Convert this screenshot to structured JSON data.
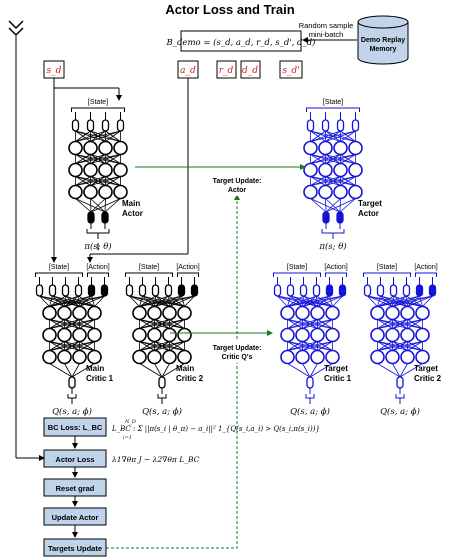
{
  "title": "Actor Loss and Train",
  "batch": {
    "formula": "B_demo = (s_d, a_d, r_d, s_d', d_d)",
    "sample_note_line1": "Random sample",
    "sample_note_line2": "mini-batch",
    "replay_line1": "Demo Replay",
    "replay_line2": "Memory"
  },
  "batch_vars": [
    "s_d",
    "a_d",
    "r_d",
    "d_d",
    "s_d'"
  ],
  "labels": {
    "state": "[State]",
    "action": "[Action]"
  },
  "networks": {
    "main_actor": {
      "line1": "Main",
      "line2": "Actor",
      "output": "π(s; θ)"
    },
    "target_actor": {
      "line1": "Target",
      "line2": "Actor",
      "output": "π(s; θ)"
    },
    "main_critic1": {
      "line1": "Main",
      "line2": "Critic 1",
      "output": "Q(s, a; ϕ)"
    },
    "main_critic2": {
      "line1": "Main",
      "line2": "Critic 2",
      "output": "Q(s, a; ϕ)"
    },
    "target_critic1": {
      "line1": "Target",
      "line2": "Critic 1",
      "output": "Q(s, a; ϕ)"
    },
    "target_critic2": {
      "line1": "Target",
      "line2": "Critic 2",
      "output": "Q(s, a; ϕ)"
    }
  },
  "updates": {
    "actor_line1": "Target Update:",
    "actor_line2": "Actor",
    "critic_line1": "Target Update:",
    "critic_line2": "Critic Q's"
  },
  "steps": {
    "bc_loss": "BC Loss: L_BC",
    "bc_formula": "L_BC : Σ ||π(s_i | θ_π) − a_i||² 1_{Q(s_i,a_i) > Q(s_i,π(s_i))}",
    "bc_sum_top": "N_D",
    "bc_sum_bottom": "i=1",
    "actor_loss": "Actor Loss",
    "actor_formula": "λ1∇θπ J − λ2∇θπ L_BC",
    "reset_grad": "Reset grad",
    "update_actor": "Update Actor",
    "targets_update": "Targets Update"
  },
  "colors": {
    "main": "#000000",
    "target": "#1414d8",
    "red_var": "#d01818",
    "step_fill": "#bfd3ea",
    "green_line": "#1a7a1a",
    "memory_fill": "#c2d4ea"
  }
}
